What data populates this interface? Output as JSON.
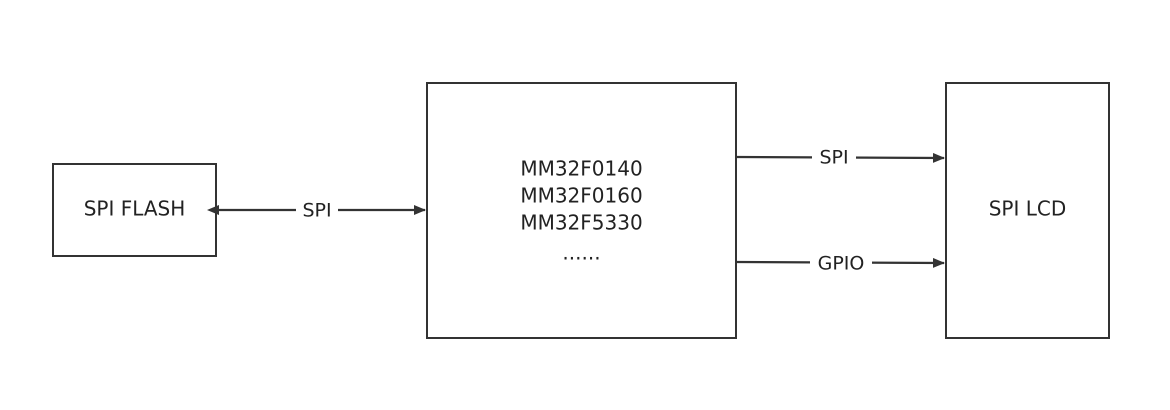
{
  "nodes": {
    "flash": {
      "label": "SPI FLASH"
    },
    "mcu": {
      "lines": [
        "MM32F0140",
        "MM32F0160",
        "MM32F5330",
        "......"
      ]
    },
    "lcd": {
      "label": "SPI LCD"
    }
  },
  "edges": {
    "flash_mcu": {
      "label": "SPI"
    },
    "mcu_lcd_spi": {
      "label": "SPI"
    },
    "mcu_lcd_gpio": {
      "label": "GPIO"
    }
  },
  "colors": {
    "stroke": "#333333",
    "text": "#222222",
    "background": "#ffffff"
  }
}
